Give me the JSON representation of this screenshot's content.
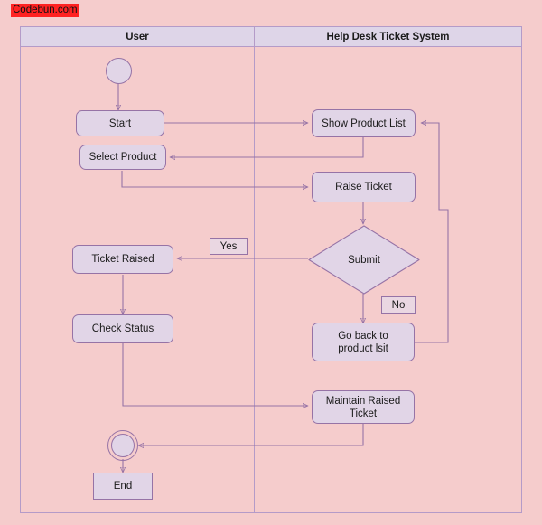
{
  "watermark": {
    "text": "Codebun.com",
    "bg": "#ff2222"
  },
  "theme": {
    "background": "#f5cccc",
    "node_fill": "#e1d5e7",
    "node_stroke": "#9673a6",
    "lane_header_fill": "#ded5e8",
    "lane_stroke": "#b49bc8",
    "label_fill": "#ead7e2",
    "text": "#1b1b1b"
  },
  "diagram": {
    "type": "uml-activity-diagram",
    "lanes": [
      {
        "id": "user",
        "title": "User"
      },
      {
        "id": "system",
        "title": "Help Desk Ticket System"
      }
    ],
    "nodes": [
      {
        "id": "initial",
        "lane": "user",
        "kind": "initial-node",
        "label": ""
      },
      {
        "id": "start",
        "lane": "user",
        "kind": "action",
        "label": "Start"
      },
      {
        "id": "select",
        "lane": "user",
        "kind": "action",
        "label": "Select Product"
      },
      {
        "id": "showlist",
        "lane": "system",
        "kind": "action",
        "label": "Show Product List"
      },
      {
        "id": "raise",
        "lane": "system",
        "kind": "action",
        "label": "Raise Ticket"
      },
      {
        "id": "submit",
        "lane": "system",
        "kind": "decision",
        "label": "Submit"
      },
      {
        "id": "ticketraised",
        "lane": "user",
        "kind": "action",
        "label": "Ticket Raised"
      },
      {
        "id": "checkstatus",
        "lane": "user",
        "kind": "action",
        "label": "Check Status"
      },
      {
        "id": "goback",
        "lane": "system",
        "kind": "action",
        "label": "Go back to product lsit"
      },
      {
        "id": "maintain",
        "lane": "system",
        "kind": "action",
        "label": "Maintain Raised Ticket"
      },
      {
        "id": "final",
        "lane": "user",
        "kind": "final-node",
        "label": ""
      },
      {
        "id": "end",
        "lane": "user",
        "kind": "action",
        "label": "End"
      }
    ],
    "edge_labels": [
      {
        "id": "yes",
        "label": "Yes",
        "from": "submit",
        "to": "ticketraised"
      },
      {
        "id": "no",
        "label": "No",
        "from": "submit",
        "to": "goback"
      }
    ]
  }
}
